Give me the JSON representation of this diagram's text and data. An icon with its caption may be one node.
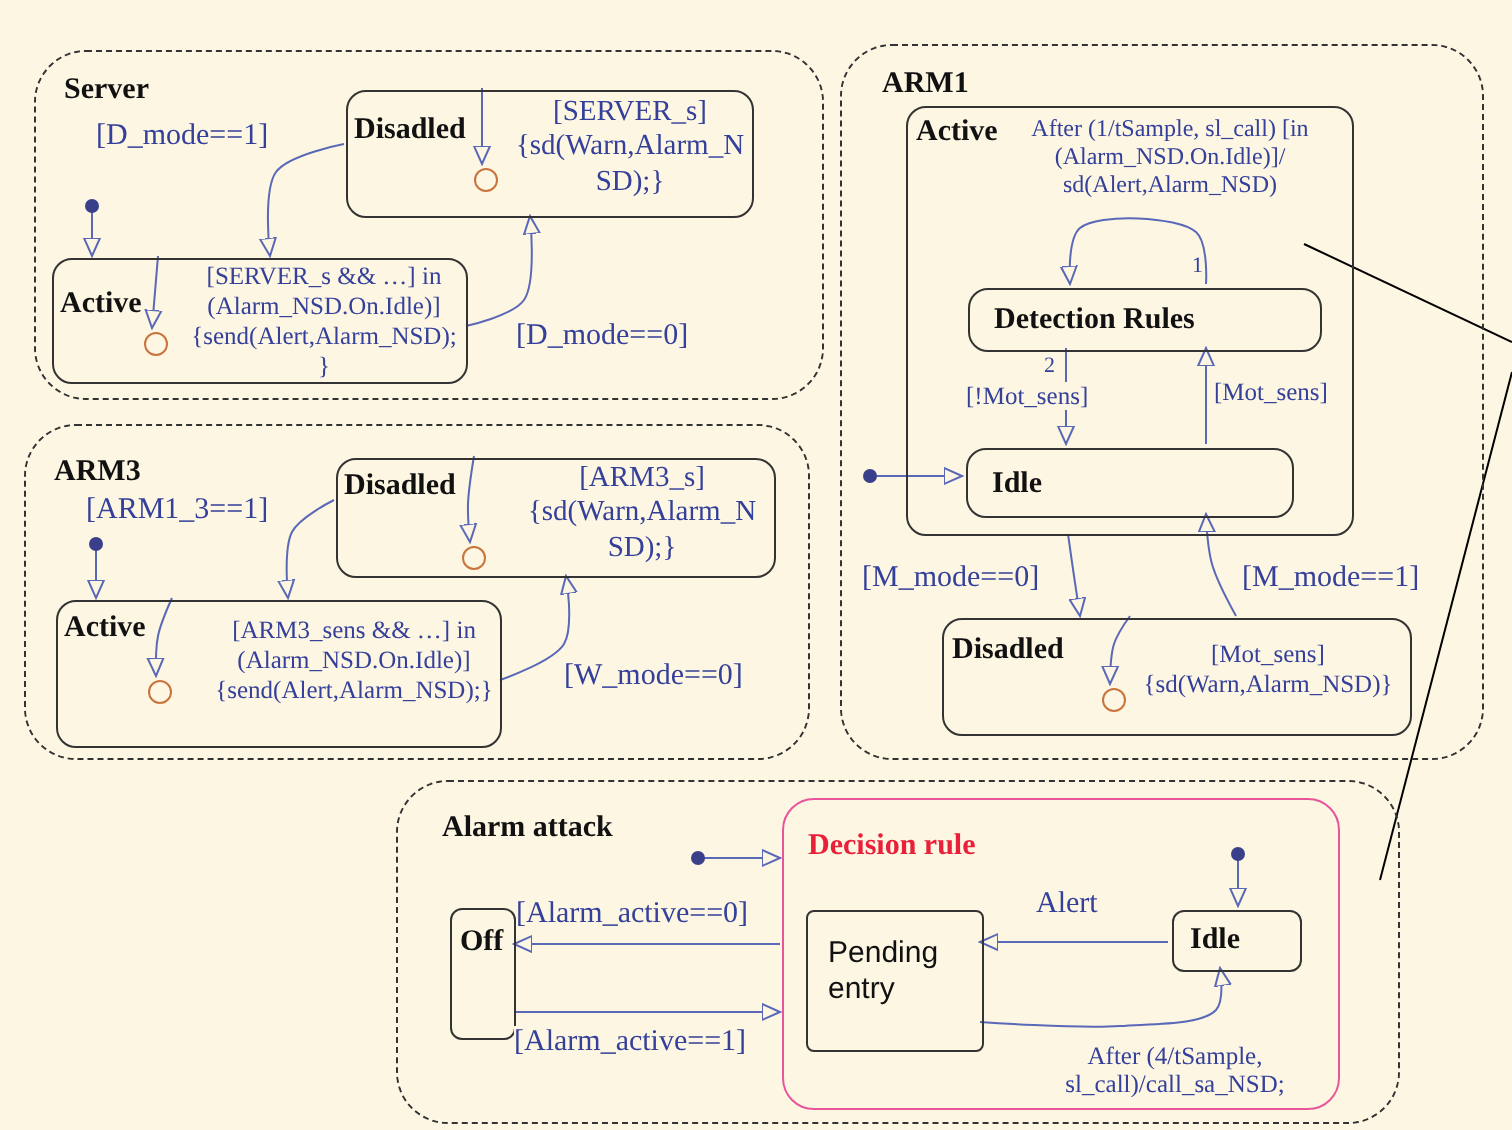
{
  "diagram": {
    "nodes": [
      {
        "text": [
          "Server"
        ]
      },
      {
        "text": [
          "Disadled",
          "[SERVER_s] {sd(Warn,Alarm_NSD);}"
        ],
        "in": 0
      },
      {
        "text": [],
        "shape": "circle",
        "in": 1
      },
      {
        "text": [
          "Active",
          "[SERVER_s && …] in (Alarm_NSD.On.Idle)] {send(Alert,Alarm_NSD);}"
        ],
        "in": 0
      },
      {
        "text": [],
        "shape": "circle",
        "in": 3
      },
      {
        "text": [
          "ARM1"
        ]
      },
      {
        "text": [
          "Active"
        ],
        "in": 5
      },
      {
        "text": [
          "Detection Rules"
        ],
        "in": 6
      },
      {
        "text": [
          "Idle"
        ],
        "in": 6
      },
      {
        "text": [
          "Disadled",
          "[Mot_sens] {sd(Warn,Alarm_NSD)}"
        ],
        "in": 5
      },
      {
        "text": [],
        "shape": "circle",
        "in": 9
      },
      {
        "text": [
          "ARM3"
        ]
      },
      {
        "text": [
          "Disadled",
          "[ARM3_s] {sd(Warn,Alarm_NSD);}"
        ],
        "in": 11
      },
      {
        "text": [],
        "shape": "circle",
        "in": 12
      },
      {
        "text": [
          "Active",
          "[ARM3_sens && …] in (Alarm_NSD.On.Idle)] {send(Alert,Alarm_NSD);}"
        ],
        "in": 11
      },
      {
        "text": [],
        "shape": "circle",
        "in": 14
      },
      {
        "text": [
          "Alarm attack"
        ]
      },
      {
        "text": [
          "Off"
        ],
        "in": 16
      },
      {
        "text": [
          "Decision rule"
        ],
        "in": 16
      },
      {
        "text": [
          "Pending entry"
        ],
        "in": 18
      },
      {
        "text": [
          "Idle"
        ],
        "in": 18
      }
    ],
    "edges": [
      {
        "from": null,
        "to": 3,
        "arrow": "to"
      },
      {
        "from": 1,
        "to": 3,
        "arrow": "to",
        "label": "[D_mode==1]"
      },
      {
        "from": 3,
        "to": 1,
        "arrow": "to",
        "label": "[D_mode==0]"
      },
      {
        "from": 1,
        "to": 2,
        "arrow": "to"
      },
      {
        "from": 3,
        "to": 4,
        "arrow": "to"
      },
      {
        "from": null,
        "to": 8,
        "arrow": "to"
      },
      {
        "from": 7,
        "to": 7,
        "arrow": "to",
        "label": "After (1/tSample, sl_call) [in (Alarm_NSD.On.Idle)]/ sd(Alert,Alarm_NSD)"
      },
      {
        "from": 7,
        "to": 8,
        "arrow": "to",
        "label": "[!Mot_sens]"
      },
      {
        "from": 8,
        "to": 7,
        "arrow": "to",
        "label": "[Mot_sens]"
      },
      {
        "from": 6,
        "to": 9,
        "arrow": "to",
        "label": "[M_mode==0]"
      },
      {
        "from": 9,
        "to": 8,
        "arrow": "to",
        "label": "[M_mode==1]"
      },
      {
        "from": 9,
        "to": 10,
        "arrow": "to"
      },
      {
        "from": null,
        "to": 14,
        "arrow": "to"
      },
      {
        "from": 12,
        "to": 14,
        "arrow": "to",
        "label": "[ARM1_3==1]"
      },
      {
        "from": 14,
        "to": 12,
        "arrow": "to",
        "label": "[W_mode==0]"
      },
      {
        "from": 12,
        "to": 13,
        "arrow": "to"
      },
      {
        "from": 14,
        "to": 15,
        "arrow": "to"
      },
      {
        "from": null,
        "to": 18,
        "arrow": "to"
      },
      {
        "from": 18,
        "to": 17,
        "arrow": "to",
        "label": "[Alarm_active==0]"
      },
      {
        "from": 17,
        "to": 18,
        "arrow": "to",
        "label": "[Alarm_active==1]"
      },
      {
        "from": 20,
        "to": 19,
        "arrow": "to",
        "label": "Alert"
      },
      {
        "from": 19,
        "to": 20,
        "arrow": "to",
        "label": "After (4/tSample, sl_call)/call_sa_NSD;"
      },
      {
        "from": null,
        "to": 20,
        "arrow": "to"
      },
      {
        "from": 6,
        "to": null,
        "arrow": "none",
        "color": "#000000"
      },
      {
        "from": 16,
        "to": null,
        "arrow": "none",
        "color": "#000000"
      }
    ],
    "labels": [
      "1",
      "2"
    ]
  }
}
